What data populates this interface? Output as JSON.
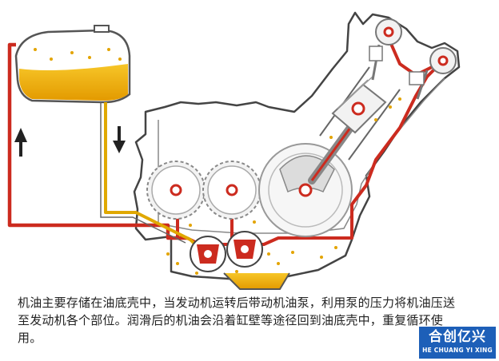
{
  "caption": {
    "text": "机油主要存储在油底壳中，当发动机运转后带动机油泵，利用泵的压力将机油压送至发动机各个部位。润滑后的机油会沿着缸壁等途径回到油底壳中，重复循环使用。"
  },
  "logo": {
    "chinese": "合创亿兴",
    "english": "HE CHUANG YI XING"
  },
  "colors": {
    "oil": "#f0b400",
    "oil_line": "#e0a800",
    "pressure_line": "#cc2b1f",
    "engine_outline": "#444444",
    "logo_bg": "#1d5fb8"
  },
  "icons": [
    "up-arrow-icon",
    "down-arrow-icon"
  ]
}
